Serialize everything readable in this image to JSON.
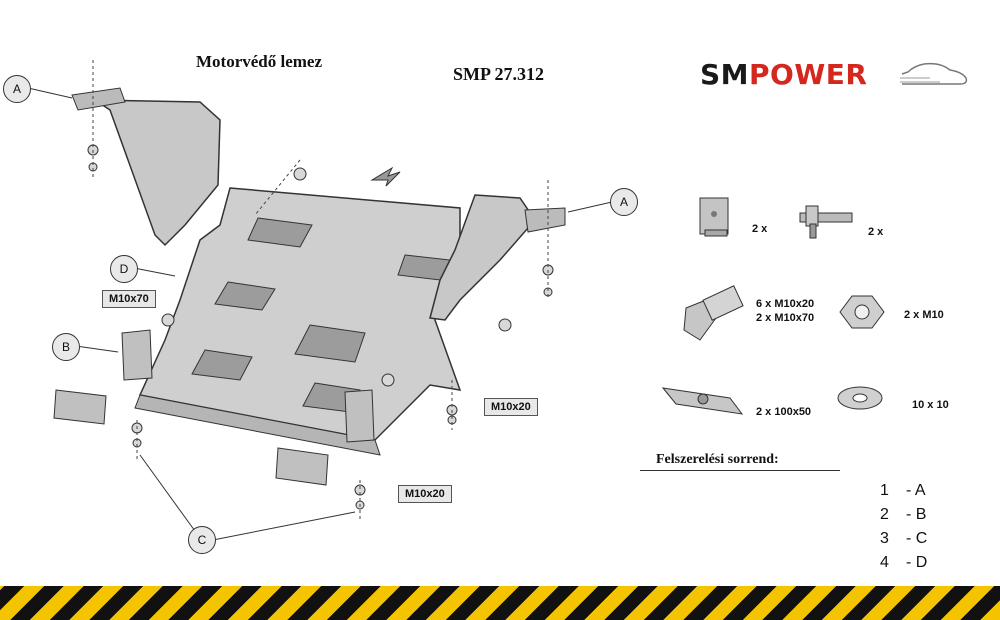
{
  "header": {
    "title": "Motorvédő lemez",
    "code": "SMP 27.312",
    "logo_sm": "SM",
    "logo_power": "POWER"
  },
  "callouts": {
    "a_left": "A",
    "a_right": "A",
    "b": "B",
    "c": "C",
    "d": "D"
  },
  "bolt_labels": {
    "m10x70": "M10x70",
    "m10x20_right": "M10x20",
    "m10x20_bottom": "M10x20"
  },
  "parts": [
    {
      "icon": "clip-nut-icon",
      "qty": "2 x"
    },
    {
      "icon": "bracket-clip-icon",
      "qty": "2 x"
    },
    {
      "icon": "bolt-icon",
      "qty": "6 x M10x20\n2 x M10x70"
    },
    {
      "icon": "nut-icon",
      "qty": "2 x M10"
    },
    {
      "icon": "plate-icon",
      "qty": "2 x 100x50"
    },
    {
      "icon": "washer-icon",
      "qty": "10 x 10"
    }
  ],
  "sequence": {
    "title": "Felszerelési sorrend:",
    "steps": [
      {
        "num": "1",
        "label": "- A"
      },
      {
        "num": "2",
        "label": "- B"
      },
      {
        "num": "3",
        "label": "- C"
      },
      {
        "num": "4",
        "label": "- D"
      }
    ]
  },
  "colors": {
    "plate": "#cfcfcf",
    "outline": "#333333",
    "brand_red": "#d4271e",
    "hazard_yellow": "#f5c400"
  }
}
